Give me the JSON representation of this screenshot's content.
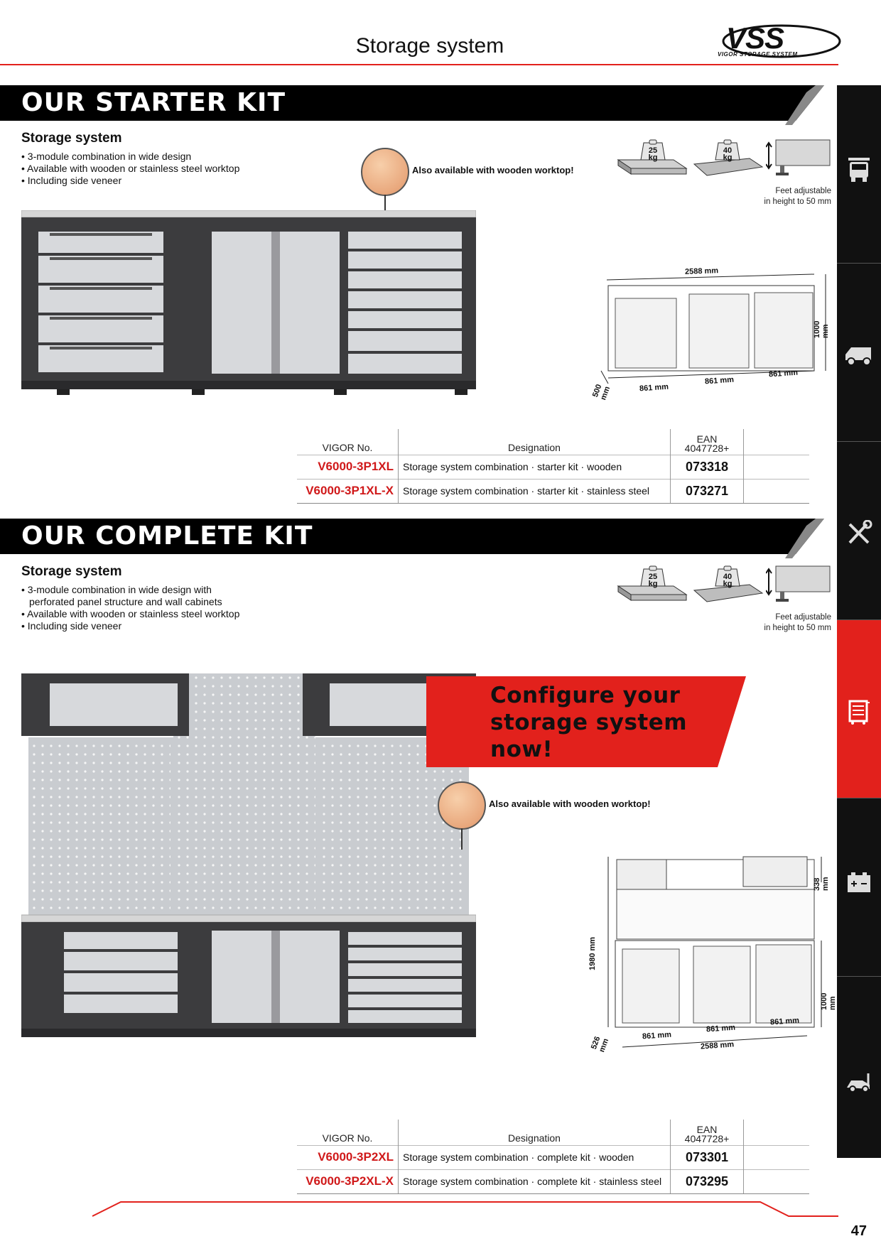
{
  "header": {
    "title": "Storage system",
    "logo_text": "VSS",
    "logo_sub": "VIGOR STORAGE SYSTEM"
  },
  "starter": {
    "banner": "OUR STARTER KIT",
    "subtitle": "Storage system",
    "bullets": [
      "3-module combination in wide design",
      "Available with wooden or stainless steel worktop",
      "Including side veneer"
    ],
    "wood_label": "Also available with wooden worktop!",
    "badge_25": "25",
    "badge_40": "40",
    "badge_unit": "kg",
    "feet_line1": "Feet adjustable",
    "feet_line2": "in height to 50 mm",
    "dims": {
      "width": "2588 mm",
      "height": "1000 mm",
      "depth": "500 mm",
      "module_1": "861 mm",
      "module_2": "861 mm",
      "module_3": "861 mm"
    },
    "table": {
      "col_sku": "VIGOR No.",
      "col_des": "Designation",
      "col_ean_1": "EAN",
      "col_ean_2": "4047728+",
      "rows": [
        {
          "sku": "V6000-3P1XL",
          "designation": "Storage system combination · starter kit · wooden",
          "ean": "073318"
        },
        {
          "sku": "V6000-3P1XL-X",
          "designation": "Storage system combination · starter kit · stainless steel",
          "ean": "073271"
        }
      ]
    }
  },
  "complete": {
    "banner": "OUR COMPLETE KIT",
    "subtitle": "Storage system",
    "bullets": [
      "3-module combination in wide design with perforated panel structure and wall cabinets",
      "Available with wooden or stainless steel worktop",
      "Including side veneer"
    ],
    "config_lines": [
      "Configure your",
      "storage system",
      "now!"
    ],
    "wood_label": "Also available with wooden worktop!",
    "badge_25": "25",
    "badge_40": "40",
    "badge_unit": "kg",
    "feet_line1": "Feet adjustable",
    "feet_line2": "in height to 50 mm",
    "dims": {
      "total_height": "1980 mm",
      "cabinet_height": "338 mm",
      "base_height": "1000 mm",
      "depth": "526 mm",
      "module_1": "861 mm",
      "module_2": "861 mm",
      "module_3": "861 mm",
      "width": "2588 mm"
    },
    "table": {
      "col_sku": "VIGOR No.",
      "col_des": "Designation",
      "col_ean_1": "EAN",
      "col_ean_2": "4047728+",
      "rows": [
        {
          "sku": "V6000-3P2XL",
          "designation": "Storage system combination · complete kit · wooden",
          "ean": "073301"
        },
        {
          "sku": "V6000-3P2XL-X",
          "designation": "Storage system combination · complete kit · stainless steel",
          "ean": "073295"
        }
      ]
    }
  },
  "sidebar": {
    "items": [
      {
        "icon": "truck-icon",
        "active": false
      },
      {
        "icon": "van-icon",
        "active": false
      },
      {
        "icon": "tools-icon",
        "active": false
      },
      {
        "icon": "tool-trolley-icon",
        "active": true
      },
      {
        "icon": "battery-icon",
        "active": false
      },
      {
        "icon": "car-lift-icon",
        "active": false
      }
    ],
    "active_color": "#e2211c",
    "base_color": "#111111"
  },
  "footer": {
    "page_number": "47"
  },
  "colors": {
    "accent_red": "#e2211c",
    "banner_black": "#000000",
    "cabinet_dark": "#3c3c3e",
    "cabinet_light": "#d7d9dc"
  }
}
